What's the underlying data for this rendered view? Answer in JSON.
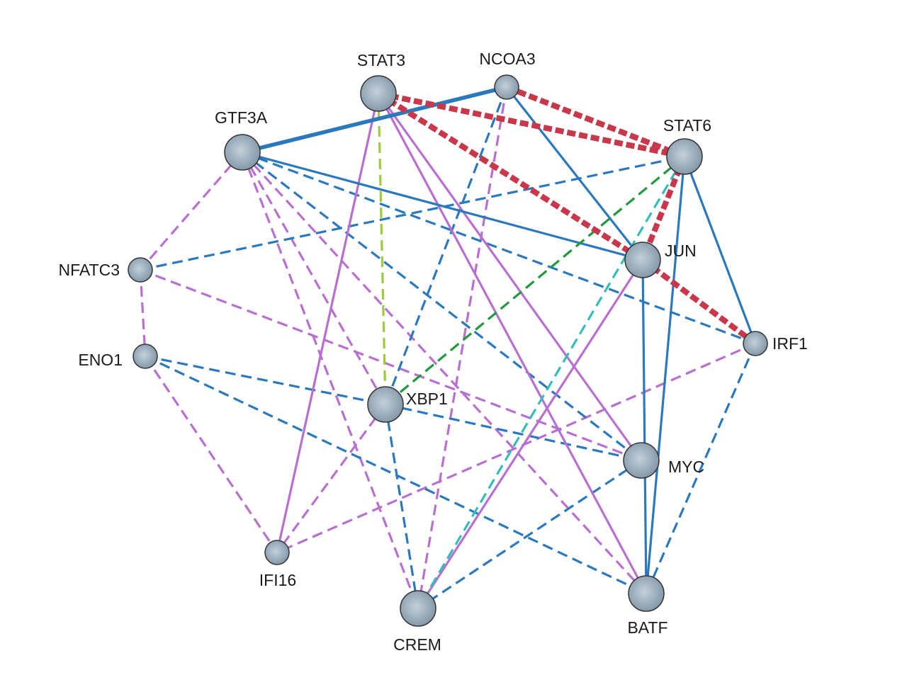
{
  "styles": {
    "blue_solid": {
      "color": "#2a78bd",
      "dashed": false,
      "weight": "medium"
    },
    "blue_thick": {
      "color": "#2a78bd",
      "dashed": false,
      "weight": "thick"
    },
    "blue_dashed": {
      "color": "#2a78bd",
      "dashed": true,
      "weight": "medium"
    },
    "red_dashed": {
      "color": "#c8374a",
      "dashed": true,
      "weight": "heavy"
    },
    "purple_solid": {
      "color": "#b86fcf",
      "dashed": false,
      "weight": "medium"
    },
    "purple_dashed": {
      "color": "#b86fcf",
      "dashed": true,
      "weight": "medium"
    },
    "lime_dashed": {
      "color": "#9ccc3c",
      "dashed": true,
      "weight": "medium"
    },
    "green_dashed": {
      "color": "#1f9a3a",
      "dashed": true,
      "weight": "medium"
    },
    "teal_dashed": {
      "color": "#33bcbc",
      "dashed": true,
      "weight": "medium"
    }
  },
  "node_style": {
    "fill": "#7f94a6",
    "highlight": "#c3d0da",
    "stroke": "#333333"
  },
  "nodes": [
    {
      "id": "STAT3",
      "label": "STAT3",
      "size": "large"
    },
    {
      "id": "NCOA3",
      "label": "NCOA3",
      "size": "small"
    },
    {
      "id": "GTF3A",
      "label": "GTF3A",
      "size": "large"
    },
    {
      "id": "STAT6",
      "label": "STAT6",
      "size": "large"
    },
    {
      "id": "NFATC3",
      "label": "NFATC3",
      "size": "small"
    },
    {
      "id": "JUN",
      "label": "JUN",
      "size": "large"
    },
    {
      "id": "IRF1",
      "label": "IRF1",
      "size": "small"
    },
    {
      "id": "ENO1",
      "label": "ENO1",
      "size": "small"
    },
    {
      "id": "XBP1",
      "label": "XBP1",
      "size": "large"
    },
    {
      "id": "MYC",
      "label": "MYC",
      "size": "large"
    },
    {
      "id": "IFI16",
      "label": "IFI16",
      "size": "small"
    },
    {
      "id": "CREM",
      "label": "CREM",
      "size": "large"
    },
    {
      "id": "BATF",
      "label": "BATF",
      "size": "large"
    }
  ],
  "edges": [
    {
      "source": "STAT3",
      "target": "STAT6",
      "style": "red_dashed"
    },
    {
      "source": "STAT3",
      "target": "JUN",
      "style": "red_dashed"
    },
    {
      "source": "NCOA3",
      "target": "STAT6",
      "style": "red_dashed"
    },
    {
      "source": "STAT6",
      "target": "JUN",
      "style": "red_dashed"
    },
    {
      "source": "JUN",
      "target": "IRF1",
      "style": "red_dashed"
    },
    {
      "source": "GTF3A",
      "target": "NCOA3",
      "style": "blue_thick"
    },
    {
      "source": "GTF3A",
      "target": "JUN",
      "style": "blue_solid"
    },
    {
      "source": "NCOA3",
      "target": "JUN",
      "style": "blue_solid"
    },
    {
      "source": "STAT6",
      "target": "IRF1",
      "style": "blue_solid"
    },
    {
      "source": "STAT6",
      "target": "BATF",
      "style": "blue_solid"
    },
    {
      "source": "JUN",
      "target": "BATF",
      "style": "blue_solid"
    },
    {
      "source": "GTF3A",
      "target": "IRF1",
      "style": "blue_dashed"
    },
    {
      "source": "GTF3A",
      "target": "MYC",
      "style": "blue_dashed"
    },
    {
      "source": "NCOA3",
      "target": "XBP1",
      "style": "blue_dashed"
    },
    {
      "source": "NFATC3",
      "target": "STAT6",
      "style": "blue_dashed"
    },
    {
      "source": "ENO1",
      "target": "XBP1",
      "style": "blue_dashed"
    },
    {
      "source": "ENO1",
      "target": "BATF",
      "style": "blue_dashed"
    },
    {
      "source": "XBP1",
      "target": "MYC",
      "style": "blue_dashed"
    },
    {
      "source": "XBP1",
      "target": "CREM",
      "style": "blue_dashed"
    },
    {
      "source": "IRF1",
      "target": "BATF",
      "style": "blue_dashed"
    },
    {
      "source": "MYC",
      "target": "CREM",
      "style": "blue_dashed"
    },
    {
      "source": "STAT3",
      "target": "IFI16",
      "style": "purple_solid"
    },
    {
      "source": "STAT3",
      "target": "MYC",
      "style": "purple_solid"
    },
    {
      "source": "STAT3",
      "target": "BATF",
      "style": "purple_solid"
    },
    {
      "source": "JUN",
      "target": "CREM",
      "style": "purple_solid"
    },
    {
      "source": "GTF3A",
      "target": "NFATC3",
      "style": "purple_dashed"
    },
    {
      "source": "GTF3A",
      "target": "XBP1",
      "style": "purple_dashed"
    },
    {
      "source": "GTF3A",
      "target": "CREM",
      "style": "purple_dashed"
    },
    {
      "source": "GTF3A",
      "target": "BATF",
      "style": "purple_dashed"
    },
    {
      "source": "NCOA3",
      "target": "CREM",
      "style": "purple_dashed"
    },
    {
      "source": "NFATC3",
      "target": "ENO1",
      "style": "purple_dashed"
    },
    {
      "source": "NFATC3",
      "target": "MYC",
      "style": "purple_dashed"
    },
    {
      "source": "ENO1",
      "target": "IFI16",
      "style": "purple_dashed"
    },
    {
      "source": "XBP1",
      "target": "IFI16",
      "style": "purple_dashed"
    },
    {
      "source": "IRF1",
      "target": "IFI16",
      "style": "purple_dashed"
    },
    {
      "source": "STAT3",
      "target": "XBP1",
      "style": "lime_dashed"
    },
    {
      "source": "STAT6",
      "target": "XBP1",
      "style": "green_dashed"
    },
    {
      "source": "STAT6",
      "target": "CREM",
      "style": "teal_dashed"
    }
  ]
}
